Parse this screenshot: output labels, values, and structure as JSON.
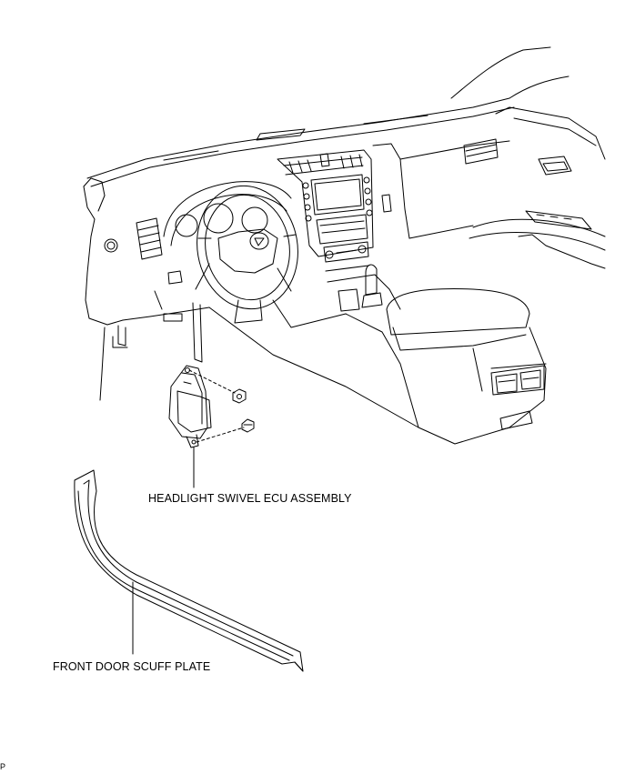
{
  "labels": {
    "ecu": "HEADLIGHT SWIVEL ECU ASSEMBLY",
    "scuff": "FRONT DOOR SCUFF PLATE",
    "code": "P"
  },
  "colors": {
    "line": "#000000",
    "background": "#ffffff"
  }
}
